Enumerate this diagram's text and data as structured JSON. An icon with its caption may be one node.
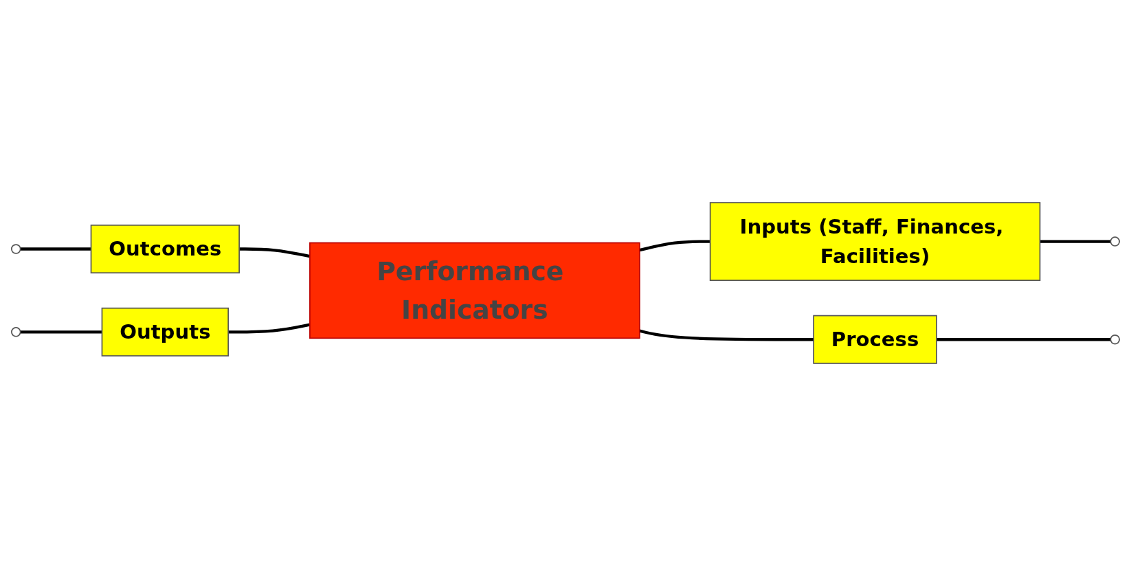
{
  "diagram": {
    "nodes": [
      {
        "text": [
          "Outcomes"
        ]
      },
      {
        "text": [
          "Inputs (Staff, Finances, Facilities)"
        ]
      },
      {
        "text": [
          "Performance Indicators"
        ]
      },
      {
        "text": [
          "Outputs"
        ]
      },
      {
        "text": [
          "Process"
        ]
      },
      {
        "text": [],
        "shape": "circle"
      },
      {
        "text": [],
        "shape": "circle"
      },
      {
        "text": [],
        "shape": "circle"
      },
      {
        "text": [],
        "shape": "circle"
      }
    ],
    "edges": [
      {
        "from": 0,
        "to": 2,
        "arrow": "none"
      },
      {
        "from": 2,
        "to": 1,
        "arrow": "none"
      },
      {
        "from": 3,
        "to": 2,
        "arrow": "none"
      },
      {
        "from": 2,
        "to": 4,
        "arrow": "none"
      },
      {
        "from": 5,
        "to": 0,
        "arrow": "none"
      },
      {
        "from": 1,
        "to": 6,
        "arrow": "none"
      },
      {
        "from": 7,
        "to": 3,
        "arrow": "none"
      },
      {
        "from": 4,
        "to": 8,
        "arrow": "none"
      }
    ]
  }
}
